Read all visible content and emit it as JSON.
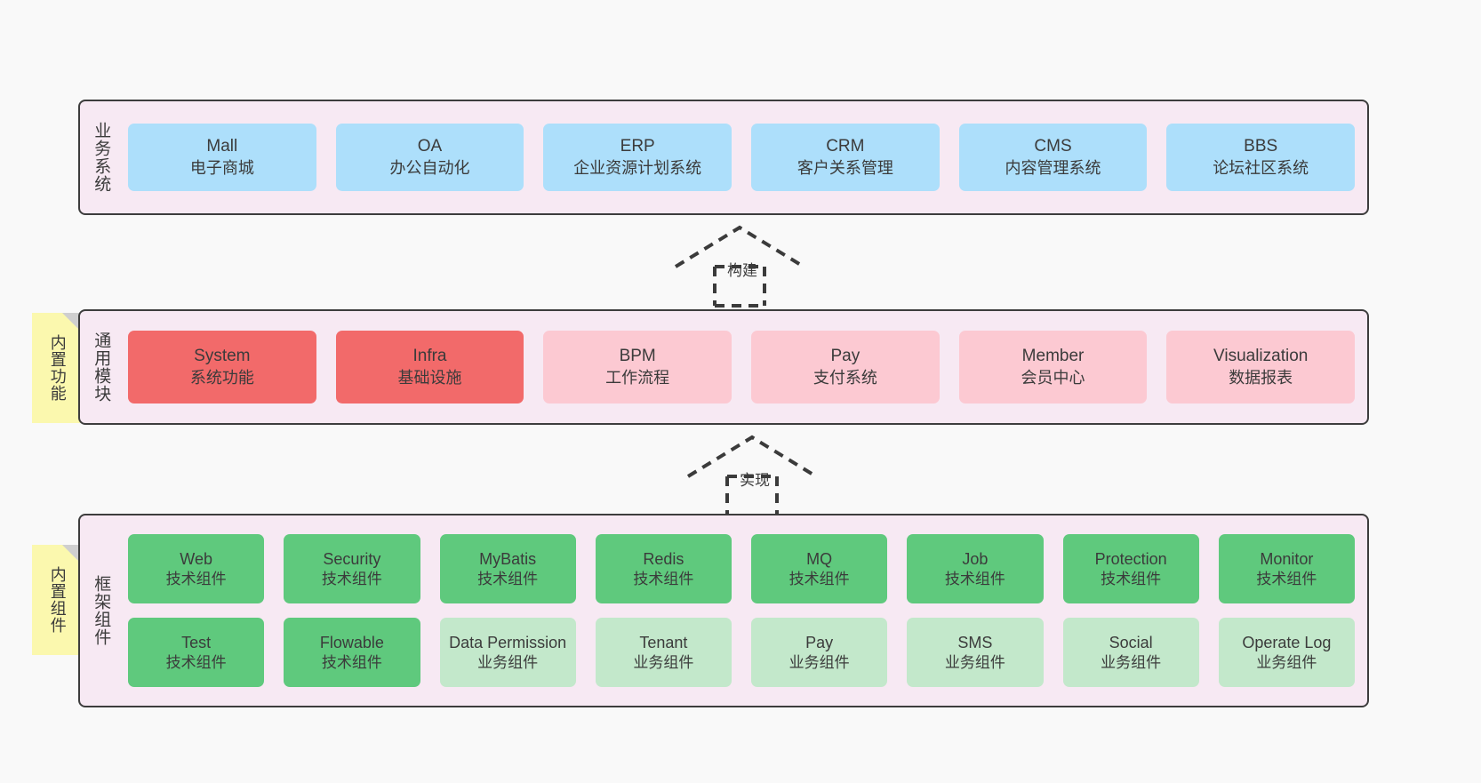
{
  "layers": [
    {
      "id": "business",
      "title": "业务系统",
      "rows": [
        {
          "cards": [
            {
              "en": "Mall",
              "cn": "电子商城",
              "style": "c-blue"
            },
            {
              "en": "OA",
              "cn": "办公自动化",
              "style": "c-blue"
            },
            {
              "en": "ERP",
              "cn": "企业资源计划系统",
              "style": "c-blue"
            },
            {
              "en": "CRM",
              "cn": "客户关系管理",
              "style": "c-blue"
            },
            {
              "en": "CMS",
              "cn": "内容管理系统",
              "style": "c-blue"
            },
            {
              "en": "BBS",
              "cn": "论坛社区系统",
              "style": "c-blue"
            }
          ]
        }
      ]
    },
    {
      "id": "modules",
      "title": "通用模块",
      "rows": [
        {
          "cards": [
            {
              "en": "System",
              "cn": "系统功能",
              "style": "c-red-strong"
            },
            {
              "en": "Infra",
              "cn": "基础设施",
              "style": "c-red-strong"
            },
            {
              "en": "BPM",
              "cn": "工作流程",
              "style": "c-red-light"
            },
            {
              "en": "Pay",
              "cn": "支付系统",
              "style": "c-red-light"
            },
            {
              "en": "Member",
              "cn": "会员中心",
              "style": "c-red-light"
            },
            {
              "en": "Visualization",
              "cn": "数据报表",
              "style": "c-red-light"
            }
          ]
        }
      ]
    },
    {
      "id": "framework",
      "title": "框架组件",
      "rows": [
        {
          "cards": [
            {
              "en": "Web",
              "cn": "技术组件",
              "style": "c-green-strong"
            },
            {
              "en": "Security",
              "cn": "技术组件",
              "style": "c-green-strong"
            },
            {
              "en": "MyBatis",
              "cn": "技术组件",
              "style": "c-green-strong"
            },
            {
              "en": "Redis",
              "cn": "技术组件",
              "style": "c-green-strong"
            },
            {
              "en": "MQ",
              "cn": "技术组件",
              "style": "c-green-strong"
            },
            {
              "en": "Job",
              "cn": "技术组件",
              "style": "c-green-strong"
            },
            {
              "en": "Protection",
              "cn": "技术组件",
              "style": "c-green-strong"
            },
            {
              "en": "Monitor",
              "cn": "技术组件",
              "style": "c-green-strong"
            }
          ]
        },
        {
          "cards": [
            {
              "en": "Test",
              "cn": "技术组件",
              "style": "c-green-strong"
            },
            {
              "en": "Flowable",
              "cn": "技术组件",
              "style": "c-green-strong"
            },
            {
              "en": "Data Permission",
              "cn": "业务组件",
              "style": "c-green-light"
            },
            {
              "en": "Tenant",
              "cn": "业务组件",
              "style": "c-green-light"
            },
            {
              "en": "Pay",
              "cn": "业务组件",
              "style": "c-green-light"
            },
            {
              "en": "SMS",
              "cn": "业务组件",
              "style": "c-green-light"
            },
            {
              "en": "Social",
              "cn": "业务组件",
              "style": "c-green-light"
            },
            {
              "en": "Operate Log",
              "cn": "业务组件",
              "style": "c-green-light"
            }
          ]
        }
      ]
    }
  ],
  "notes": [
    {
      "id": "functions",
      "label": "内置功能"
    },
    {
      "id": "components",
      "label": "内置组件"
    }
  ],
  "arrows": [
    {
      "id": "build",
      "label": "构建"
    },
    {
      "id": "implement",
      "label": "实现"
    }
  ],
  "colors": {
    "page_background": "#f9f9f9",
    "layer_background": "#f7e9f3",
    "layer_border": "#3d3d3d",
    "blue": "#addffb",
    "red_strong": "#f26a6a",
    "red_light": "#fcc9d2",
    "green_strong": "#5fc97d",
    "green_light": "#c3e8cb",
    "note_background": "#fbf8ae",
    "note_fold": "#cfcfcf",
    "text": "#3b3b3b"
  }
}
